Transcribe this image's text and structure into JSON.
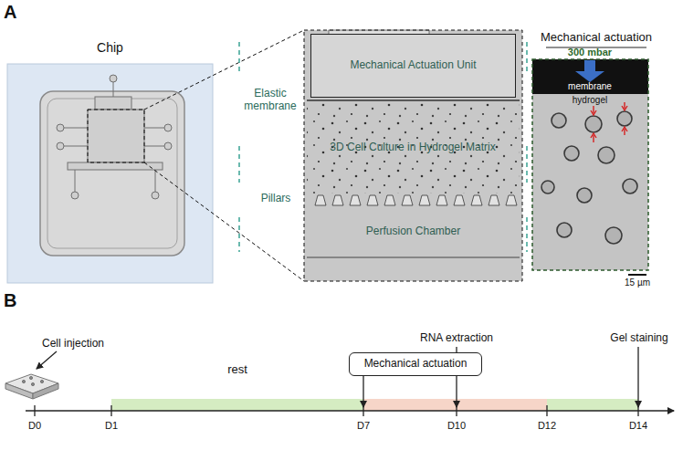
{
  "diagram": {
    "nodes": [
      {
        "text": [
          "Chip"
        ]
      },
      {
        "text": [
          "Mechanical Actuation Unit"
        ]
      },
      {
        "text": [
          "Perfusion Chamber"
        ]
      },
      {
        "text": [
          "Mechanical actuation"
        ]
      }
    ],
    "labels": [
      "A",
      "Elastic membrane",
      "3D Cell Culture in Hydrogel Matrix",
      "Pillars",
      "Mechanical actuation",
      "300 mbar",
      "membrane",
      "hydrogel",
      "15 µm",
      "B",
      "Cell injection",
      "rest",
      "RNA extraction",
      "Gel staining",
      "D0",
      "D1",
      "D7",
      "D10",
      "D12",
      "D14"
    ]
  }
}
